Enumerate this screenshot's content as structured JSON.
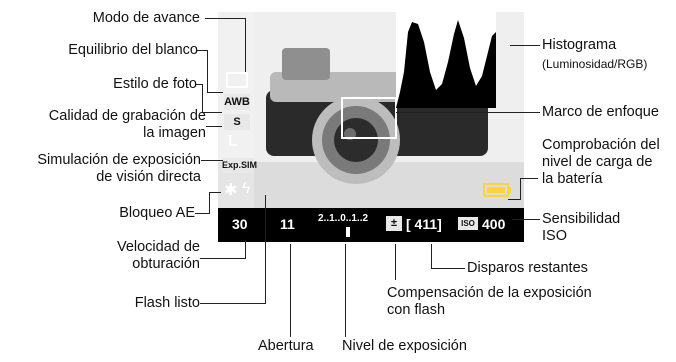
{
  "labels": {
    "drive_mode": "Modo de avance",
    "white_balance": "Equilibrio del blanco",
    "picture_style": "Estilo de foto",
    "image_quality_l1": "Calidad de grabación de",
    "image_quality_l2": "la imagen",
    "exposure_sim_l1": "Simulación de exposición",
    "exposure_sim_l2": "de visión directa",
    "ae_lock": "Bloqueo AE",
    "shutter_l1": "Velocidad de",
    "shutter_l2": "obturación",
    "flash_ready": "Flash listo",
    "aperture": "Abertura",
    "exposure_level": "Nivel de exposición",
    "flash_comp_l1": "Compensación de la exposición",
    "flash_comp_l2": "con flash",
    "shots_remaining": "Disparos restantes",
    "iso_l1": "Sensibilidad",
    "iso_l2": "ISO",
    "battery_l1": "Comprobación del",
    "battery_l2": "nivel de carga de",
    "battery_l3": "la batería",
    "af_frame": "Marco de enfoque",
    "histogram_l1": "Histograma",
    "histogram_l2": "(Luminosidad/RGB)"
  },
  "screen": {
    "wb_icon": "AWB",
    "style_icon": "S",
    "quality_icon": "L",
    "expsim_icon": "Exp.SIM",
    "ae_lock_icon": "✱",
    "flash_icon": "ϟ",
    "shutter": "30",
    "aperture": "11",
    "scale": "2..1..0..1..2",
    "flash_comp_icon": "±",
    "shots": "[  411]",
    "iso_icon": "ISO",
    "iso": "400"
  },
  "colors": {
    "screen_bg": "#000000",
    "osd_text": "#ffffff",
    "battery": "#ffd33a"
  }
}
